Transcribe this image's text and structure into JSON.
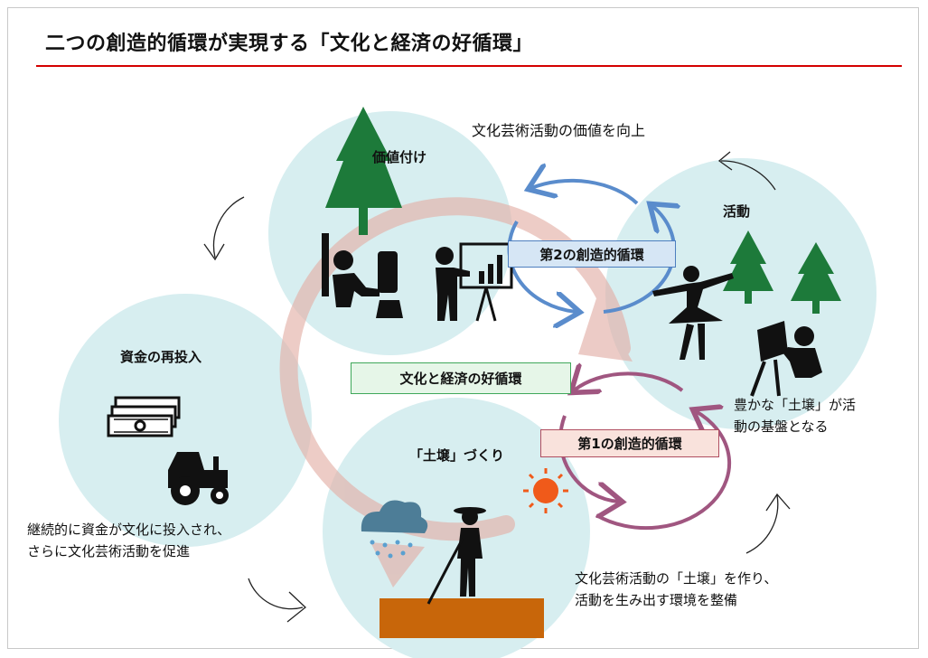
{
  "title": "二つの創造的循環が実現する「文化と経済の好循環」",
  "colors": {
    "accent_line": "#d40000",
    "circle_fill": "#d7eef0",
    "big_cycle": "#e3b0a8",
    "blue_arrow": "#5a8ccc",
    "purple_arrow": "#a05680",
    "tree": "#1d7a3a",
    "soil": "#c8660a",
    "sun": "#f05a1a"
  },
  "circles": {
    "value_adding": "価値付け",
    "activity": "活動",
    "reinvestment": "資金の再投入",
    "soil_making": "「土壌」づくり"
  },
  "cycles": {
    "second": "第2の創造的循環",
    "first": "第1の創造的循環",
    "center": "文化と経済の好循環"
  },
  "captions": {
    "top": "文化芸術活動の価値を向上",
    "activity_note": [
      "豊かな「土壌」が活",
      "動の基盤となる"
    ],
    "left_note": [
      "継続的に資金が文化に投入され、",
      "さらに文化芸術活動を促進"
    ],
    "bottom_note": [
      "文化芸術活動の「土壌」を作り、",
      "活動を生み出す環境を整備"
    ]
  },
  "icons": [
    "tree-icon",
    "woodworker-icon",
    "presenter-icon",
    "ballet-dancer-icon",
    "painter-icon",
    "money-stack-icon",
    "tractor-icon",
    "rain-cloud-icon",
    "sun-icon",
    "farmer-icon",
    "soil-icon"
  ]
}
